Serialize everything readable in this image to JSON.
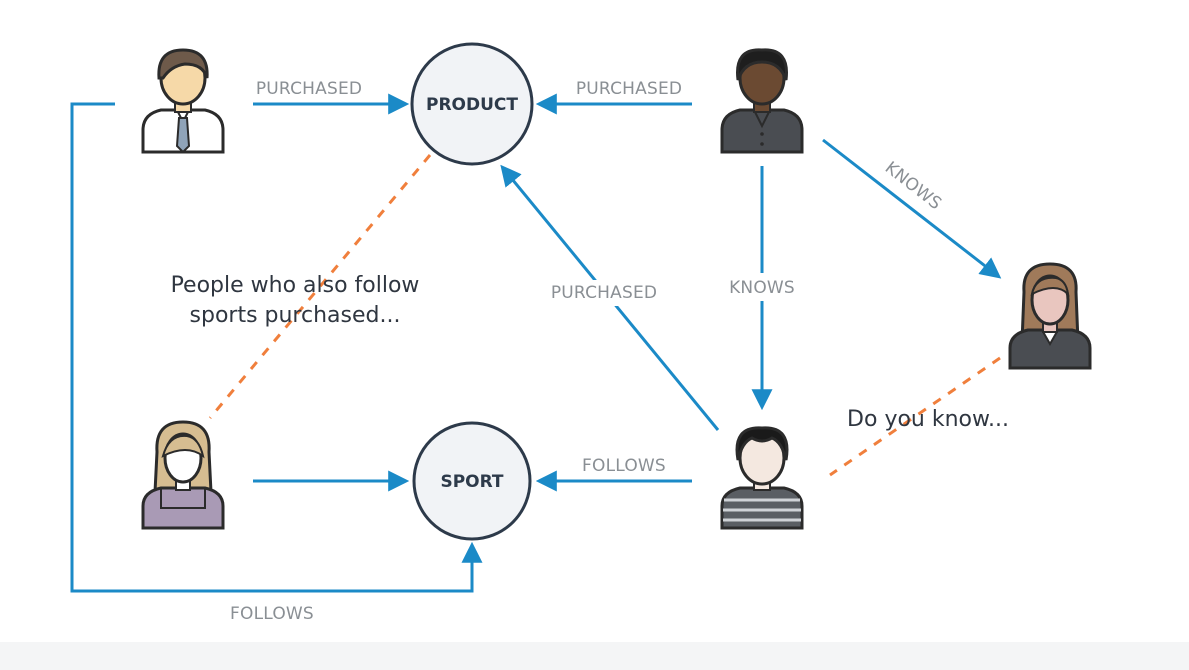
{
  "nodes": {
    "product": "PRODUCT",
    "sport": "SPORT"
  },
  "edges": {
    "purchased_top_left": "PURCHASED",
    "purchased_top_right": "PURCHASED",
    "purchased_diagonal": "PURCHASED",
    "knows_diagonal": "KNOWS",
    "knows_vertical": "KNOWS",
    "follows_right": "FOLLOWS",
    "follows_bottom": "FOLLOWS"
  },
  "notes": {
    "people_line1": "People who also follow",
    "people_line2": "sports purchased...",
    "do_you_know": "Do you know..."
  },
  "colors": {
    "arrow": "#1b8ac7",
    "dashed": "#f07f3c",
    "node_fill": "#f1f3f6",
    "node_stroke": "#2d3a4a"
  },
  "icons": {
    "person_businessman": "businessman-icon",
    "person_dark_man": "man-dark-icon",
    "person_woman_brown": "woman-brown-hair-icon",
    "person_woman_blonde": "woman-blonde-icon",
    "person_striped": "man-striped-shirt-icon"
  }
}
